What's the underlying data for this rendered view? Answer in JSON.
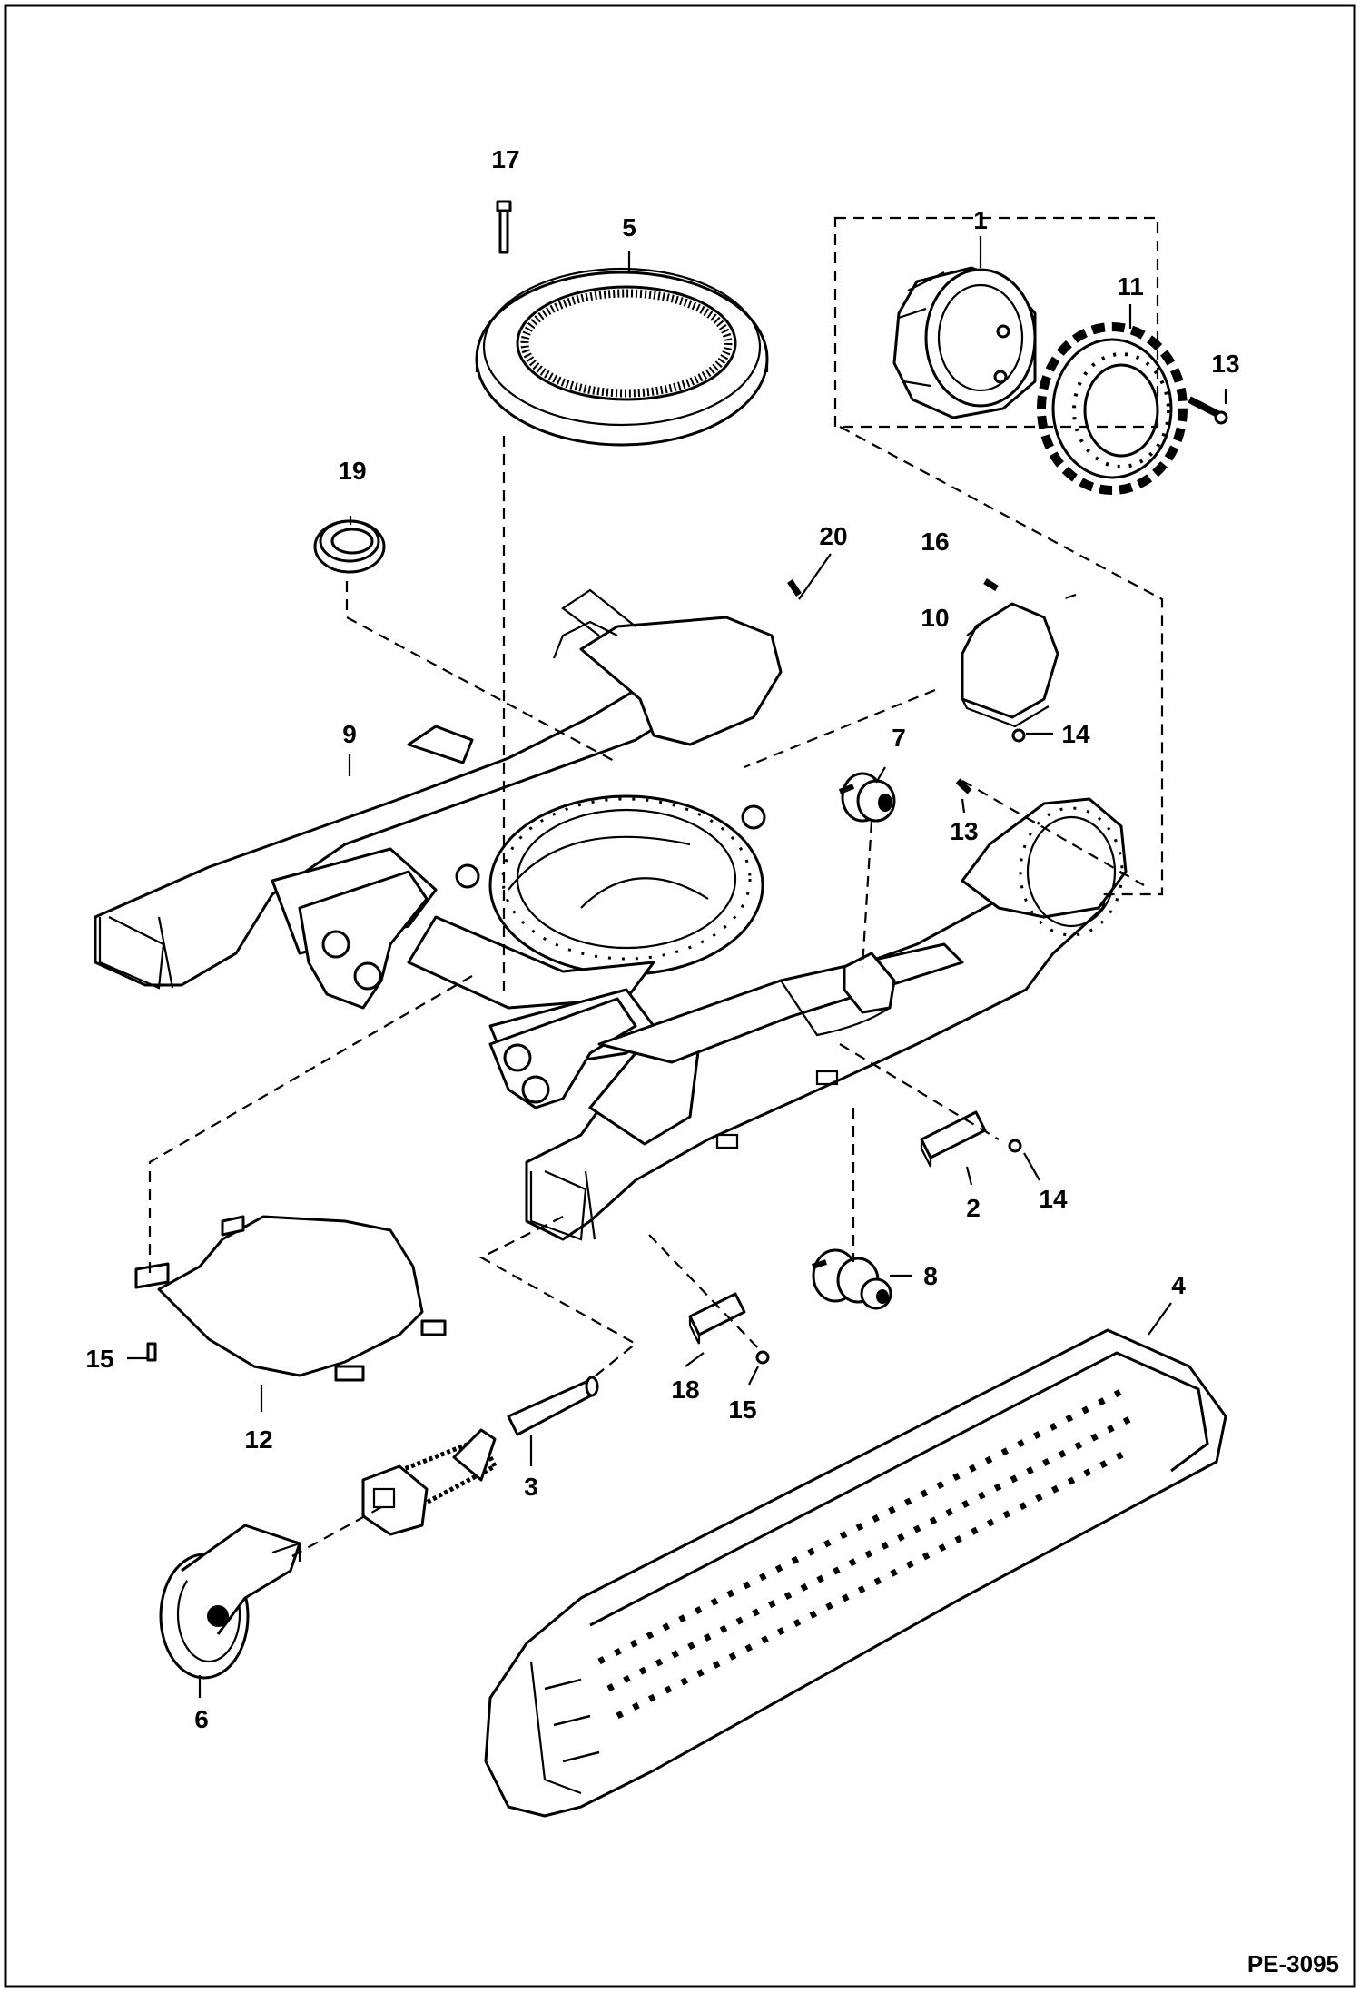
{
  "figure_code": "PE-3095",
  "callouts": [
    {
      "id": "c1",
      "label": "1"
    },
    {
      "id": "c2",
      "label": "2"
    },
    {
      "id": "c3",
      "label": "3"
    },
    {
      "id": "c4",
      "label": "4"
    },
    {
      "id": "c5",
      "label": "5"
    },
    {
      "id": "c6",
      "label": "6"
    },
    {
      "id": "c7",
      "label": "7"
    },
    {
      "id": "c8",
      "label": "8"
    },
    {
      "id": "c9",
      "label": "9"
    },
    {
      "id": "c10",
      "label": "10"
    },
    {
      "id": "c11",
      "label": "11"
    },
    {
      "id": "c12",
      "label": "12"
    },
    {
      "id": "c13a",
      "label": "13"
    },
    {
      "id": "c13b",
      "label": "13"
    },
    {
      "id": "c14a",
      "label": "14"
    },
    {
      "id": "c14b",
      "label": "14"
    },
    {
      "id": "c15a",
      "label": "15"
    },
    {
      "id": "c15b",
      "label": "15"
    },
    {
      "id": "c16",
      "label": "16"
    },
    {
      "id": "c17",
      "label": "17"
    },
    {
      "id": "c18",
      "label": "18"
    },
    {
      "id": "c19",
      "label": "19"
    },
    {
      "id": "c20",
      "label": "20"
    }
  ]
}
